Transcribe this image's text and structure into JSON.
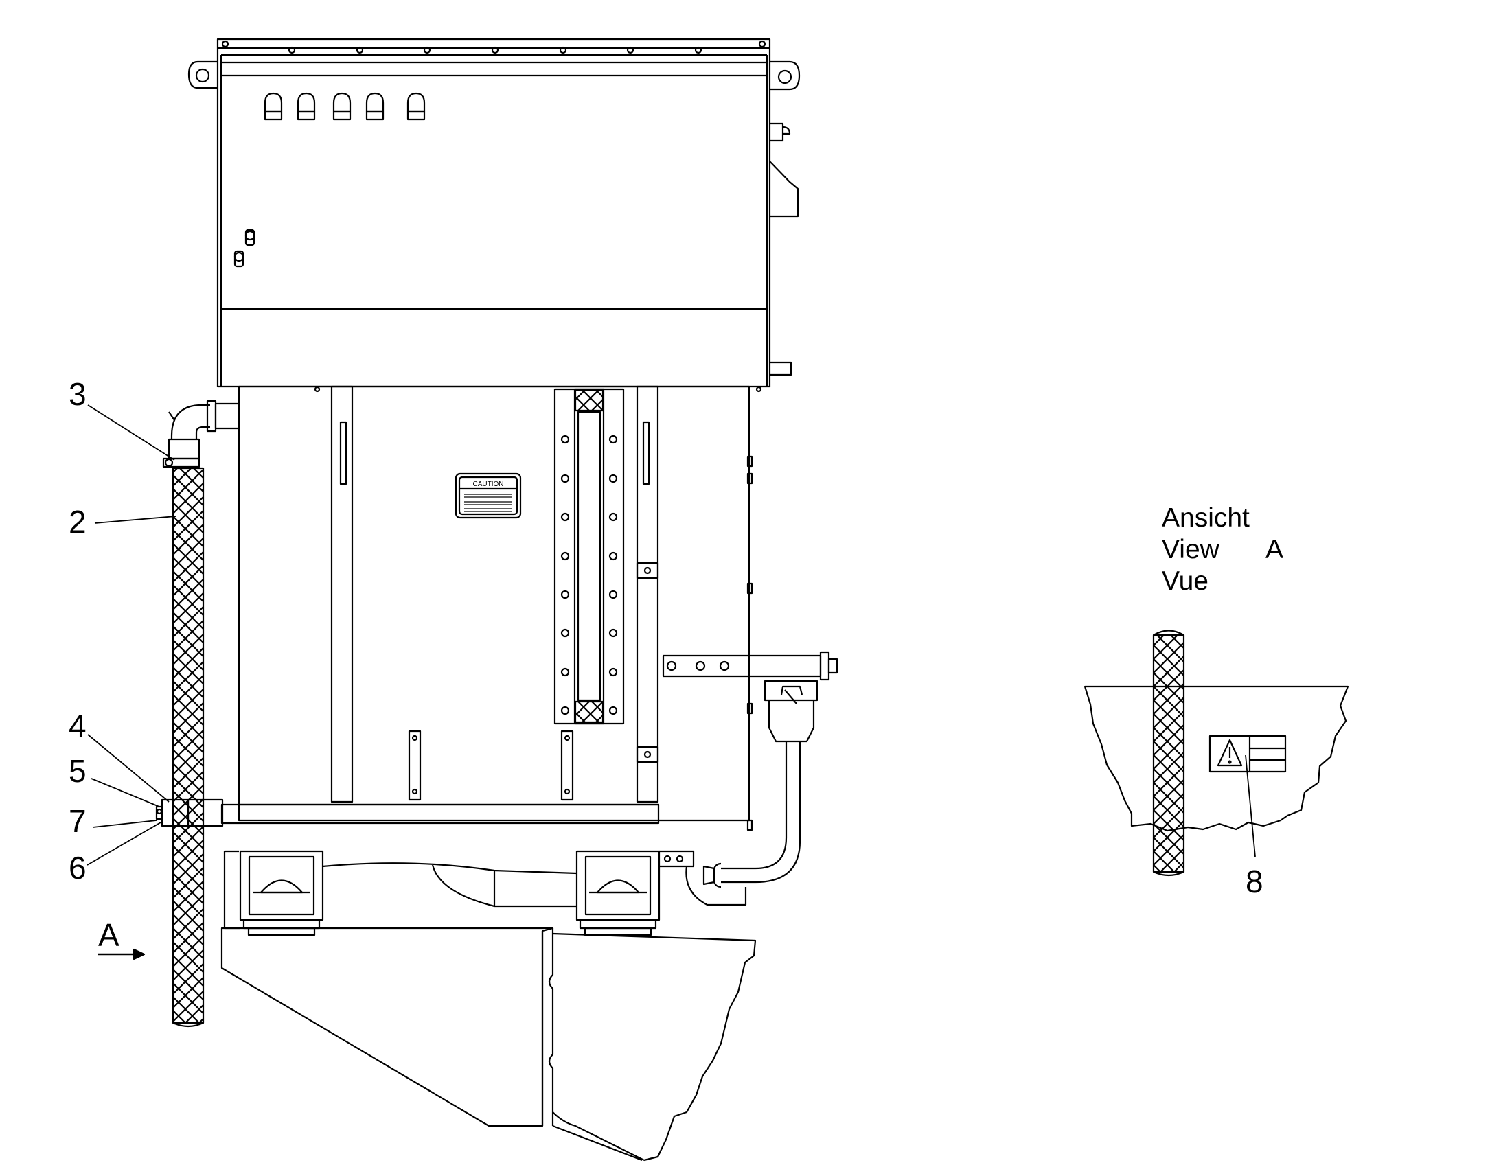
{
  "callouts": {
    "n1": "3",
    "n2": "2",
    "n3": "4",
    "n4": "5",
    "n5": "7",
    "n6": "6",
    "n7": "8"
  },
  "view_arrow_label": "A",
  "caution_label": "CAUTION",
  "view_title": {
    "line1": "Ansicht",
    "line2": "View",
    "line2_letter": "A",
    "line3": "Vue"
  },
  "colors": {
    "line": "#000000",
    "background": "#ffffff"
  }
}
